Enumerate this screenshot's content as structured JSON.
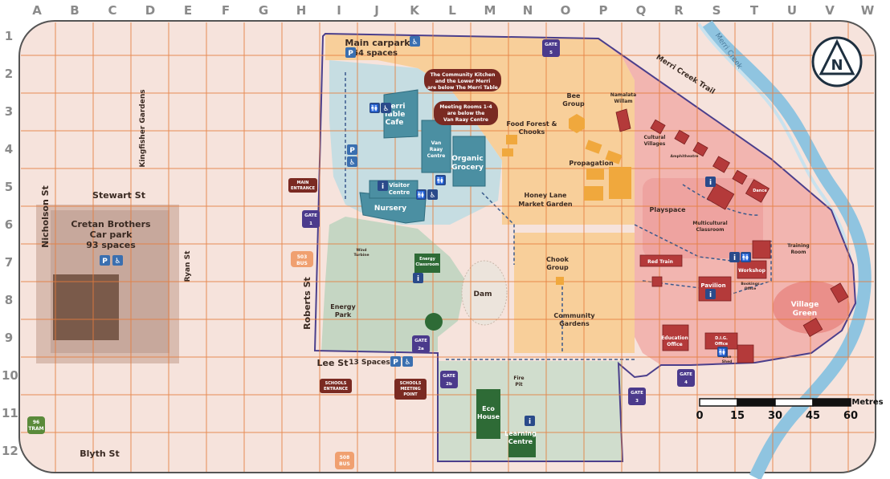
{
  "grid": {
    "columns": [
      "A",
      "B",
      "C",
      "D",
      "E",
      "F",
      "G",
      "H",
      "I",
      "J",
      "K",
      "L",
      "M",
      "N",
      "O",
      "P",
      "Q",
      "R",
      "S",
      "T",
      "U",
      "V",
      "W"
    ],
    "rows": [
      "1",
      "2",
      "3",
      "4",
      "5",
      "6",
      "7",
      "8",
      "9",
      "10",
      "11",
      "12"
    ]
  },
  "streets": {
    "nicholson": "Nicholson St",
    "stewart": "Stewart St",
    "kingfisher": "Kingfisher Gardens",
    "ryan": "Ryan St",
    "roberts": "Roberts St",
    "lee": "Lee St",
    "blyth": "Blyth St",
    "merri_trail": "Merri Creek Trail",
    "merri_creek": "Merri Creek"
  },
  "labels": {
    "main_carpark": "Main carpark",
    "spaces_54": "54 spaces",
    "merri_table": [
      "Merri",
      "Table",
      "Cafe"
    ],
    "van_raay": [
      "Van",
      "Raay",
      "Centre"
    ],
    "organic_grocery": [
      "Organic",
      "Grocery"
    ],
    "visitor_centre": [
      "Visitor",
      "Centre"
    ],
    "nursery": "Nursery",
    "bee_group": [
      "Bee",
      "Group"
    ],
    "food_forest": [
      "Food Forest &",
      "Chooks"
    ],
    "propagation": "Propagation",
    "honey_lane": [
      "Honey Lane",
      "Market Garden"
    ],
    "namalata": [
      "Namalata",
      "Willam"
    ],
    "cultural_villages": [
      "Cultural",
      "Villages"
    ],
    "amphitheatre": "Amphitheatre",
    "dance": "Dance",
    "playspace": "Playspace",
    "multicultural": [
      "Multicultural",
      "Classroom"
    ],
    "training_room": [
      "Training",
      "Room"
    ],
    "red_train": "Red Train",
    "workshop": "Workshop",
    "pavilion": "Pavilion",
    "bookings_office": [
      "Bookings",
      "Office"
    ],
    "village_green": [
      "Village",
      "Green"
    ],
    "chook_group": [
      "Chook",
      "Group"
    ],
    "community_gardens": [
      "Community",
      "Gardens"
    ],
    "dam": "Dam",
    "wind_turbine": [
      "Wind",
      "Turbine"
    ],
    "energy_classroom": [
      "Energy",
      "Classroom"
    ],
    "energy_park": [
      "Energy",
      "Park"
    ],
    "education_office": [
      "Education",
      "Office"
    ],
    "dig_office": [
      "D.I.G.",
      "Office"
    ],
    "bike_shed": [
      "Bike",
      "Shed"
    ],
    "spaces_13": "13 Spaces",
    "fire_pit": [
      "Fire",
      "Pit"
    ],
    "eco_house": [
      "Eco",
      "House"
    ],
    "learning_centre": [
      "Learning",
      "Centre"
    ],
    "cretan": [
      "Cretan Brothers",
      "Car park",
      "93 spaces"
    ],
    "community_kitchen_note": [
      "The Community Kitchen",
      "and the Lower Merri",
      "are below The Merri Table"
    ],
    "meeting_rooms_note": [
      "Meeting Rooms 1-4",
      "are below the",
      "Van Raay Centre"
    ],
    "main_entrance": [
      "MAIN",
      "ENTRANCE"
    ],
    "schools_entrance": [
      "SCHOOLS",
      "ENTRANCE"
    ],
    "schools_meeting": [
      "SCHOOLS",
      "MEETING",
      "POINT"
    ]
  },
  "gates": {
    "gate1": [
      "GATE",
      "1"
    ],
    "gate2a": [
      "GATE",
      "2a"
    ],
    "gate2b": [
      "GATE",
      "2b"
    ],
    "gate3": [
      "GATE",
      "3"
    ],
    "gate4": [
      "GATE",
      "4"
    ],
    "gate5": [
      "GATE",
      "5"
    ]
  },
  "transit": {
    "bus503": [
      "503",
      "BUS"
    ],
    "bus508": [
      "508",
      "BUS"
    ],
    "tram96": [
      "96",
      "TRAM"
    ]
  },
  "icons": {
    "parking": "P",
    "accessible": "♿",
    "toilets": "🚻",
    "info": "i",
    "north": "N"
  },
  "scale": {
    "ticks": [
      "0",
      "15",
      "30",
      "45",
      "60"
    ],
    "unit": "Metres"
  },
  "colors": {
    "background": "#f6e3dc",
    "grid": "#e57c3c",
    "border": "#4b3f8c",
    "red_zone": "#f2b5b0",
    "orange_zone": "#f8cf9a",
    "green_zone": "#c5d6c3",
    "building_teal": "#4b8fa2",
    "building_red": "#b43a3a",
    "building_green": "#2e6b36",
    "building_orange": "#f0a83d",
    "creek": "#8fc4e0",
    "label_maroon": "#7a2a22",
    "gate_purple": "#4b3a8c"
  }
}
